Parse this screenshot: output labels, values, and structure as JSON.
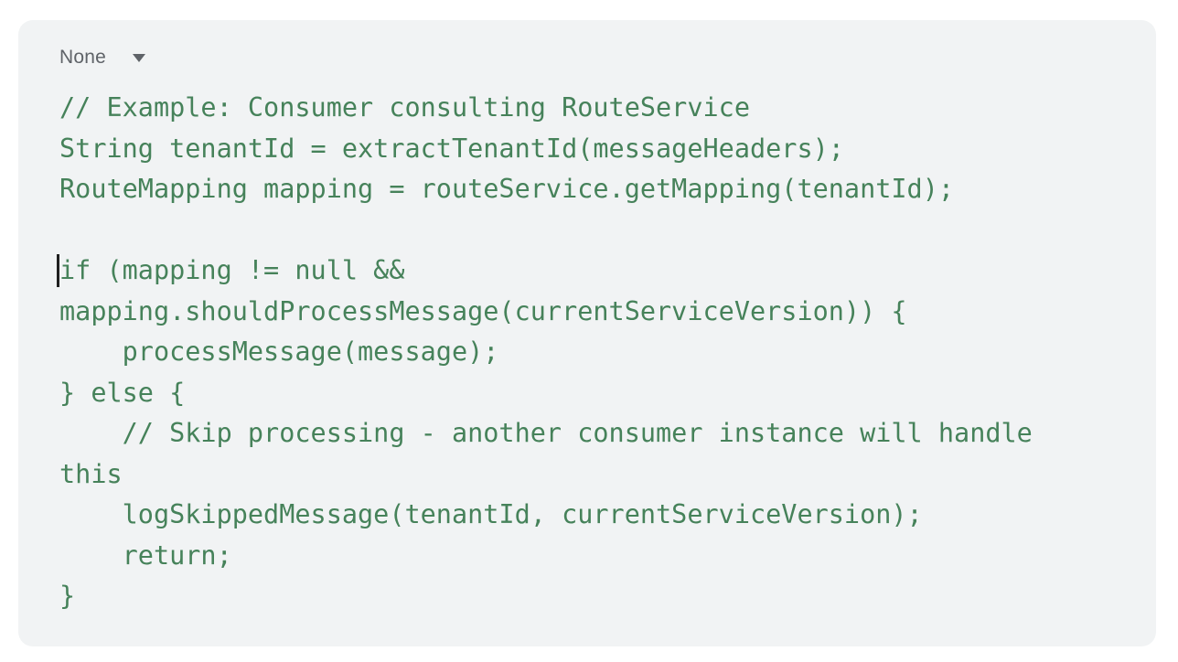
{
  "panel": {
    "background_color": "#f1f3f4",
    "language_selector": {
      "selected": "None",
      "dropdown_icon": "triangle-down-icon"
    }
  },
  "code": {
    "text_color": "#46825a",
    "caret_line_index": 4,
    "lines": [
      "// Example: Consumer consulting RouteService",
      "String tenantId = extractTenantId(messageHeaders);",
      "RouteMapping mapping = routeService.getMapping(tenantId);",
      "",
      "if (mapping != null &&",
      "mapping.shouldProcessMessage(currentServiceVersion)) {",
      "    processMessage(message);",
      "} else {",
      "    // Skip processing - another consumer instance will handle",
      "this",
      "    logSkippedMessage(tenantId, currentServiceVersion);",
      "    return;",
      "}"
    ]
  }
}
